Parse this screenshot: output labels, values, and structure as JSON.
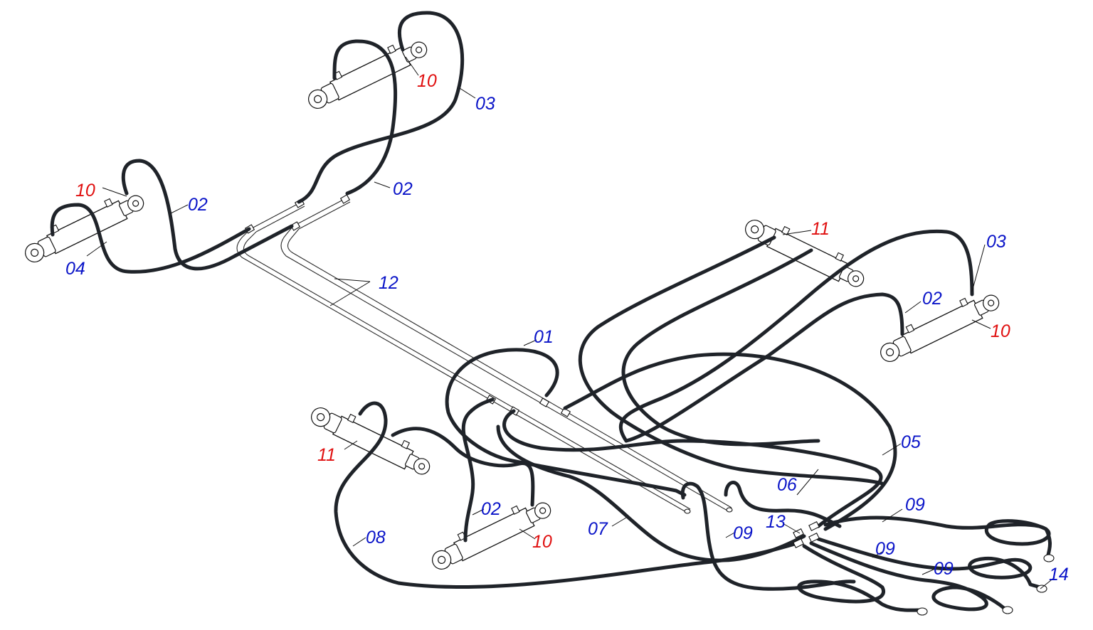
{
  "colors": {
    "background": "#ffffff",
    "hose": "#1f2329",
    "label_blue": "#0a14c8",
    "label_red": "#e01010",
    "line": "#111111"
  },
  "labels": {
    "top_cyl_ref": "10",
    "top_hose_a": "03",
    "top_hose_b": "02",
    "left_cyl_ref": "10",
    "left_hose_a": "02",
    "left_hose_b": "04",
    "pipes_ref": "12",
    "center_hose": "01",
    "right_top_cyl_ref": "11",
    "right_cyl_hose_a": "03",
    "right_cyl_hose_b": "02",
    "right_cyl_ref": "10",
    "bottom_left_cyl_ref": "11",
    "bottom_hose_08": "08",
    "bottom_cyl_hose": "02",
    "bottom_cyl_ref": "10",
    "hose_07": "07",
    "hose_05": "05",
    "hose_06": "06",
    "hose_09_a": "09",
    "hose_09_b": "09",
    "hose_09_c": "09",
    "hose_09_d": "09",
    "coupler_13": "13",
    "coupler_14": "14"
  }
}
